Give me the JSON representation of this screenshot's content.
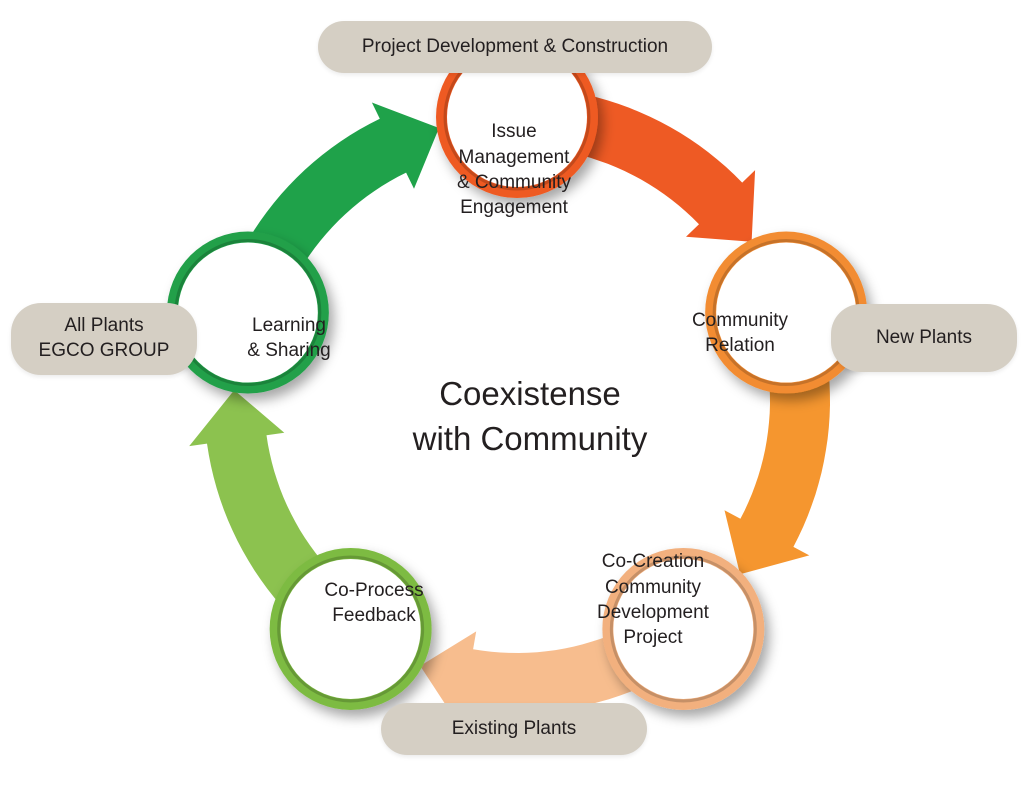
{
  "diagram": {
    "center_title": "Coexistense\nwith Community",
    "stages": [
      {
        "id": "issue",
        "label": "Issue\nManagement\n& Community\nEngagement",
        "ring_color": "#ee5a24",
        "arrow_color": "#ee5a24"
      },
      {
        "id": "relation",
        "label": "Community\nRelation",
        "ring_color": "#f28c30",
        "arrow_color": "#f5962f"
      },
      {
        "id": "cocreation",
        "label": "Co-Creation\nCommunity\nDevelopment\nProject",
        "ring_color": "#f2b07e",
        "arrow_color": "#f7bd8e"
      },
      {
        "id": "coprocess",
        "label": "Co-Process\nFeedback",
        "ring_color": "#7dbb42",
        "arrow_color": "#8cc24f"
      },
      {
        "id": "learning",
        "label": "Learning\n& Sharing",
        "ring_color": "#20a04a",
        "arrow_color": "#1fa24a"
      }
    ],
    "phases": {
      "top": "Project Development & Construction",
      "right": "New Plants",
      "left": "All Plants\nEGCO GROUP",
      "bottom": "Existing Plants"
    },
    "colors": {
      "pill_bg": "#d5cfc4",
      "text": "#231f20"
    }
  }
}
